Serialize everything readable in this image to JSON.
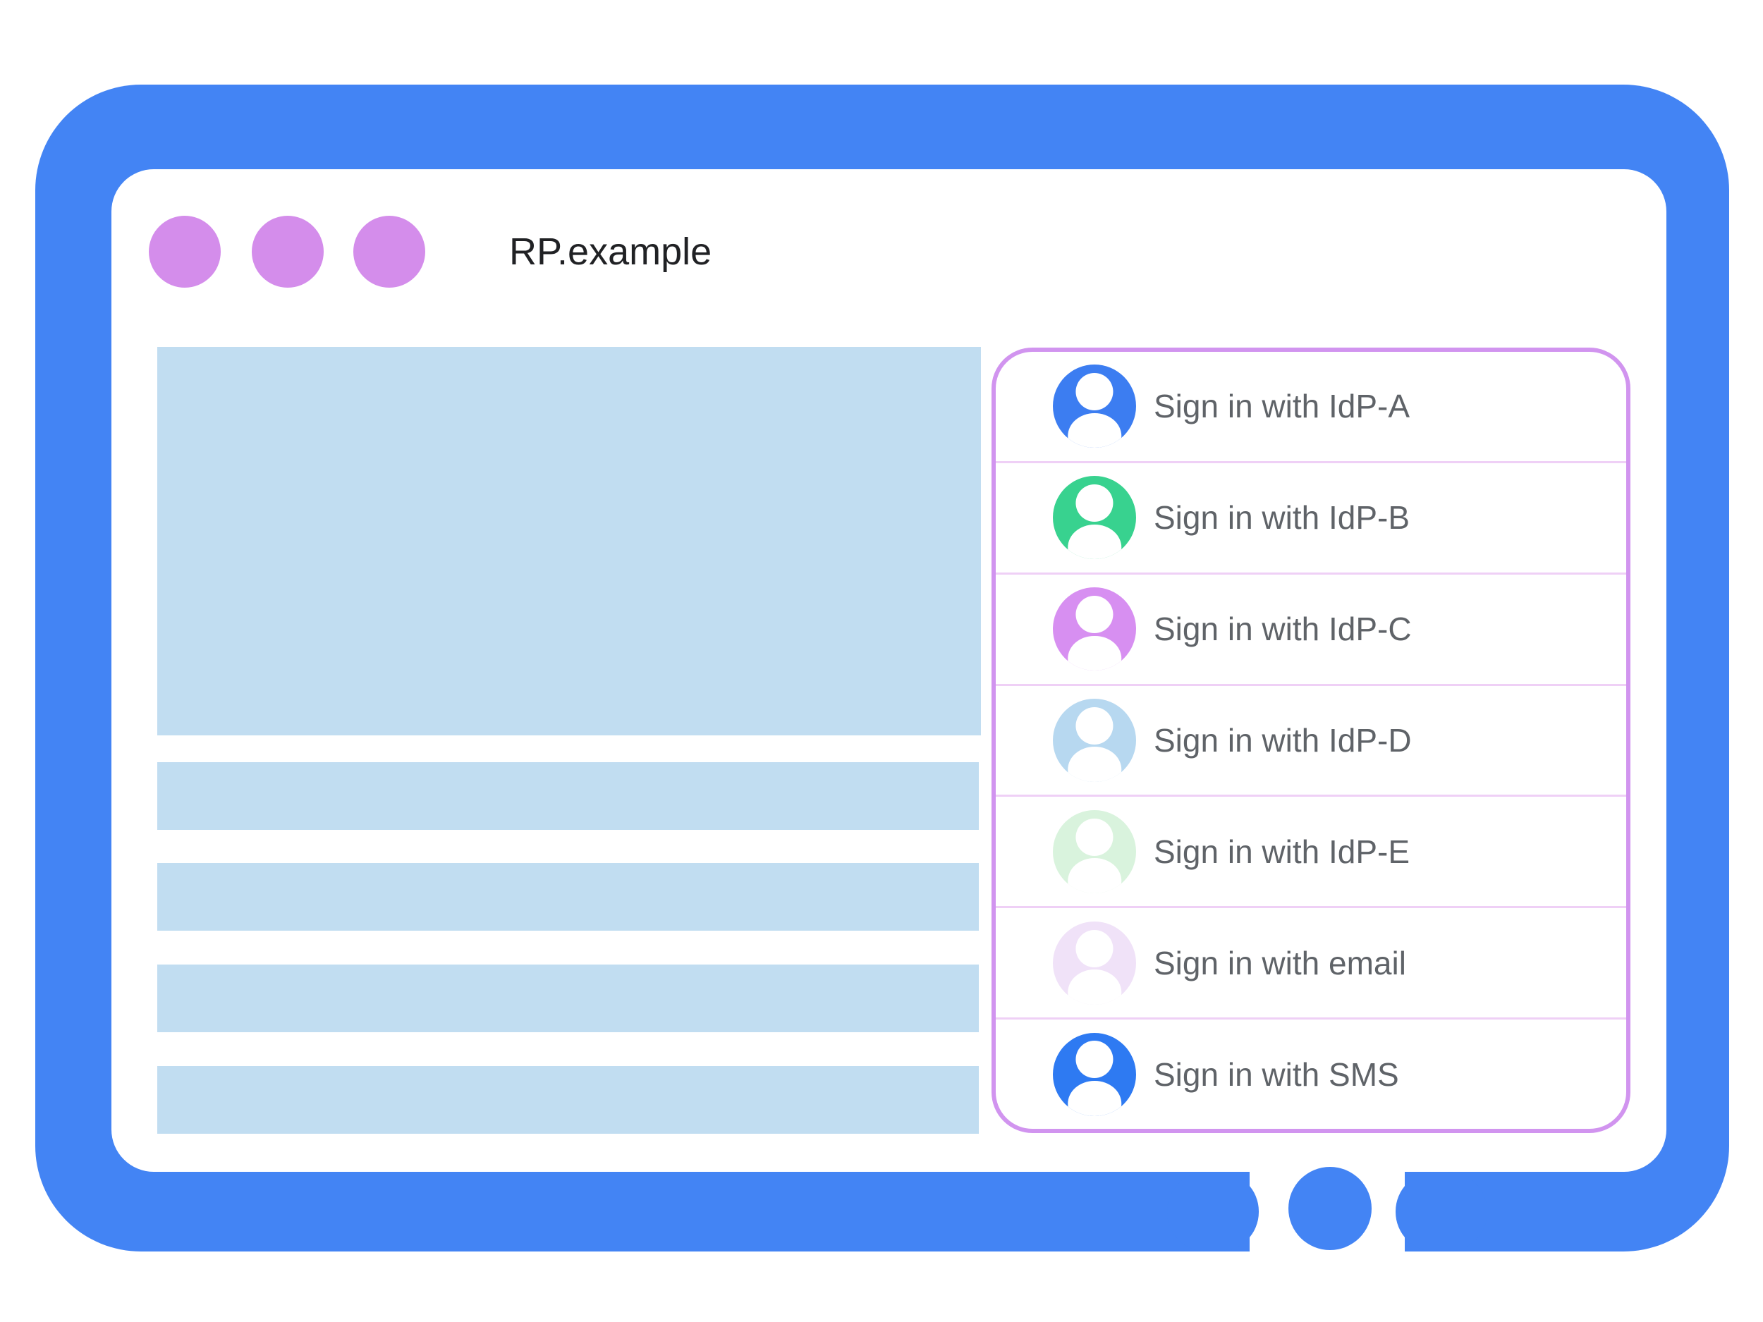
{
  "window": {
    "title": "RP.example",
    "title_color": "#202124",
    "controls": {
      "dot_count": 3,
      "dot_color": "#D48DEB"
    }
  },
  "frame": {
    "color": "#4384F4",
    "home_button_icon": "home-button"
  },
  "content": {
    "placeholder_color": "#C1DDF1",
    "hero_block": true,
    "line_count": 4
  },
  "signin": {
    "panel_border_color": "#D194EF",
    "divider_color": "#EFD0F6",
    "label_color": "#5F6368",
    "options": [
      {
        "icon": "user-avatar-icon",
        "label": "Sign in with IdP-A",
        "avatar_color": "#3C7DF1"
      },
      {
        "icon": "user-avatar-icon",
        "label": "Sign in with IdP-B",
        "avatar_color": "#38D28F"
      },
      {
        "icon": "user-avatar-icon",
        "label": "Sign in with IdP-C",
        "avatar_color": "#D78FF1"
      },
      {
        "icon": "user-avatar-icon",
        "label": "Sign in with IdP-D",
        "avatar_color": "#B7D8F0"
      },
      {
        "icon": "user-avatar-icon",
        "label": "Sign in with IdP-E",
        "avatar_color": "#D9F3DD"
      },
      {
        "icon": "user-avatar-icon",
        "label": "Sign in with email",
        "avatar_color": "#F0E2F8"
      },
      {
        "icon": "user-avatar-icon",
        "label": "Sign in with SMS",
        "avatar_color": "#2E7AF2"
      }
    ]
  }
}
